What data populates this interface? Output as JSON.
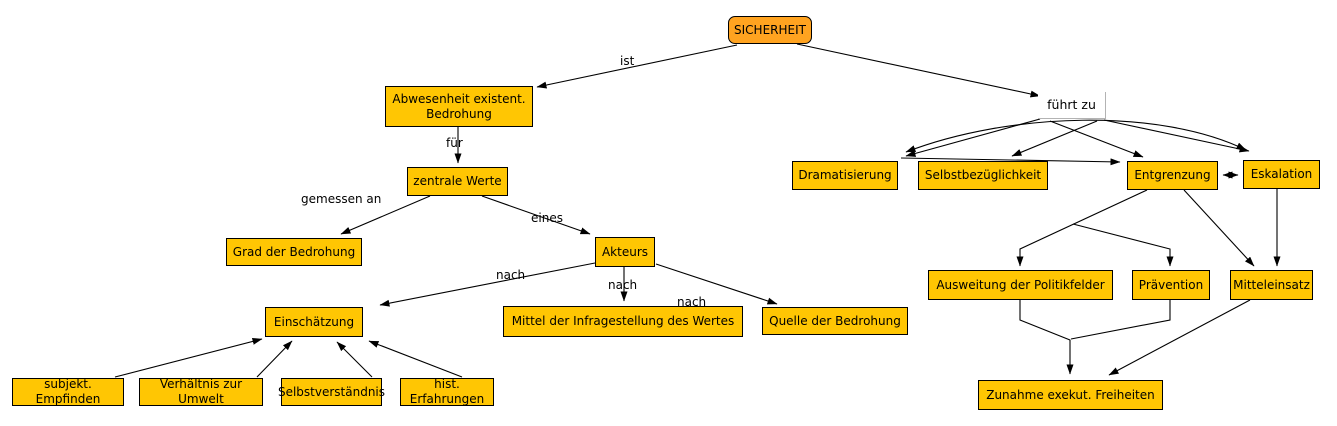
{
  "diagram_title": "SICHERHEIT",
  "colors": {
    "node_fill": "#ffc603",
    "root_fill": "#ffa320",
    "node_border": "#000000",
    "edge_line": "#000000",
    "link_label_border": "#b3b3b3",
    "background": "#ffffff"
  },
  "root": {
    "label": "SICHERHEIT"
  },
  "nodes": {
    "abwesenheit": {
      "label": "Abwesenheit existent.\nBedrohung"
    },
    "zentrale_werte": {
      "label": "zentrale Werte"
    },
    "grad_der_bedrohung": {
      "label": "Grad der Bedrohung"
    },
    "akteurs": {
      "label": "Akteurs"
    },
    "einschaetzung": {
      "label": "Einschätzung"
    },
    "mittel_der_infragestellung": {
      "label": "Mittel der Infragestellung des Wertes"
    },
    "quelle_der_bedrohung": {
      "label": "Quelle der Bedrohung"
    },
    "subjekt_empfinden": {
      "label": "subjekt. Empfinden"
    },
    "verhaeltnis_zur_umwelt": {
      "label": "Verhältnis zur Umwelt"
    },
    "selbstverstaendnis": {
      "label": "Selbstverständnis"
    },
    "hist_erfahrungen": {
      "label": "hist. Erfahrungen"
    },
    "dramatisierung": {
      "label": "Dramatisierung"
    },
    "selbstbezueglichkeit": {
      "label": "Selbstbezüglichkeit"
    },
    "entgrenzung": {
      "label": "Entgrenzung"
    },
    "eskalation": {
      "label": "Eskalation"
    },
    "ausweitung_der_politikfelder": {
      "label": "Ausweitung der Politikfelder"
    },
    "praevention": {
      "label": "Prävention"
    },
    "mitteleinsatz": {
      "label": "Mitteleinsatz"
    },
    "zunahme_exekut_freiheiten": {
      "label": "Zunahme exekut. Freiheiten"
    }
  },
  "edge_labels": {
    "ist": "ist",
    "fuer": "für",
    "gemessen_an": "gemessen an",
    "eines": "eines",
    "nach_einschaetzung": "nach",
    "nach_mittel": "nach",
    "nach_quelle": "nach",
    "fuehrt_zu": "führt zu"
  }
}
